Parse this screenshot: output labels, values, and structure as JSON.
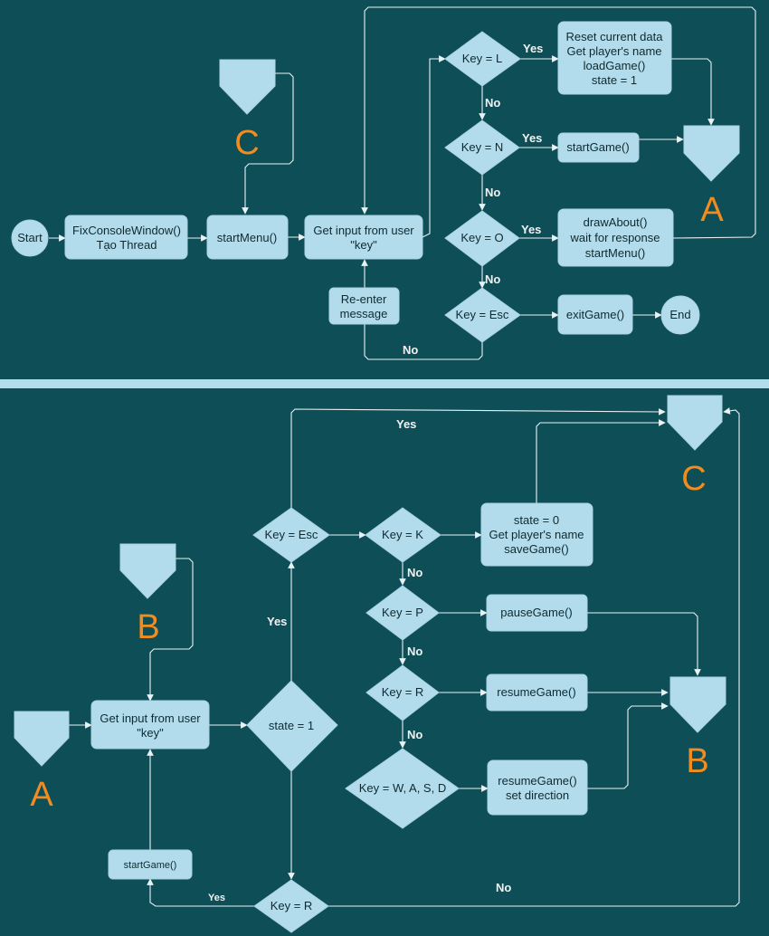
{
  "colors": {
    "background": "#0e4e57",
    "node": "#b2dcec",
    "connector_label": "#f28c1e",
    "edge": "#e8f2f5"
  },
  "top": {
    "start": "Start",
    "fix": [
      "FixConsoleWindow()",
      "Tạo Thread"
    ],
    "start_menu": "startMenu()",
    "get_input": [
      "Get input from user",
      "\"key\""
    ],
    "reenter": [
      "Re-enter",
      "message"
    ],
    "key_l": "Key = L",
    "key_n": "Key = N",
    "key_o": "Key = O",
    "key_esc": "Key = Esc",
    "load_box": [
      "Reset current data",
      "Get player's name",
      "loadGame()",
      "state = 1"
    ],
    "start_game": "startGame()",
    "about_box": [
      "drawAbout()",
      "wait for response",
      "startMenu()"
    ],
    "exit_game": "exitGame()",
    "end": "End",
    "yes_l": "Yes",
    "yes_n": "Yes",
    "yes_o": "Yes",
    "no_l": "No",
    "no_n": "No",
    "no_o": "No",
    "no_esc": "No",
    "conn_c": "C",
    "conn_a": "A"
  },
  "bottom": {
    "get_input": [
      "Get input from user",
      "\"key\""
    ],
    "state1": "state = 1",
    "key_esc": "Key = Esc",
    "key_k": "Key = K",
    "save_box": [
      "state = 0",
      "Get player's name",
      "saveGame()"
    ],
    "key_p": "Key = P",
    "pause": "pauseGame()",
    "key_r": "Key = R",
    "resume": "resumeGame()",
    "key_wasd": "Key = W, A, S, D",
    "resume_dir": [
      "resumeGame()",
      "set direction"
    ],
    "start_game": "startGame()",
    "key_r2": "Key = R",
    "yes_esc": "Yes",
    "yes_state": "Yes",
    "no_k": "No",
    "no_p": "No",
    "no_r": "No",
    "yes_r2": "Yes",
    "no_r2": "No",
    "conn_b_in": "B",
    "conn_a_in": "A",
    "conn_c_out": "C",
    "conn_b_out": "B"
  }
}
